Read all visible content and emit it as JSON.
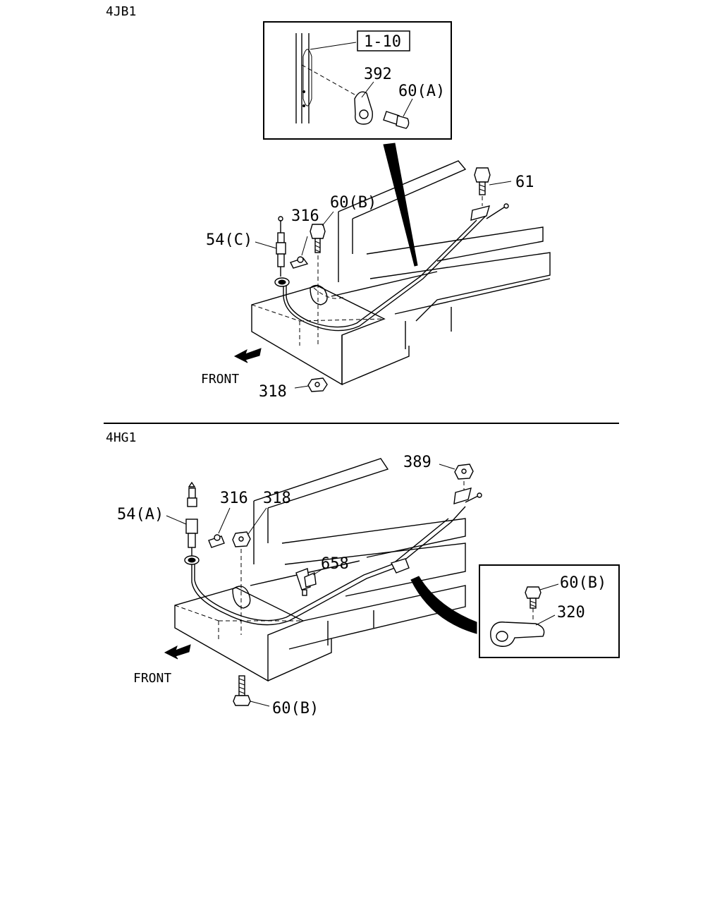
{
  "sections": {
    "top": {
      "engine_code": "4JB1",
      "inset_ref": "1-10",
      "inset_labels": [
        "392",
        "60(A)"
      ],
      "labels": [
        "61",
        "316",
        "60(B)",
        "54(C)",
        "318"
      ],
      "front_label": "FRONT"
    },
    "bottom": {
      "engine_code": "4HG1",
      "labels": [
        "389",
        "316",
        "318",
        "54(A)",
        "658",
        "60(B)"
      ],
      "inset_labels": [
        "60(B)",
        "320"
      ],
      "front_label": "FRONT"
    }
  }
}
